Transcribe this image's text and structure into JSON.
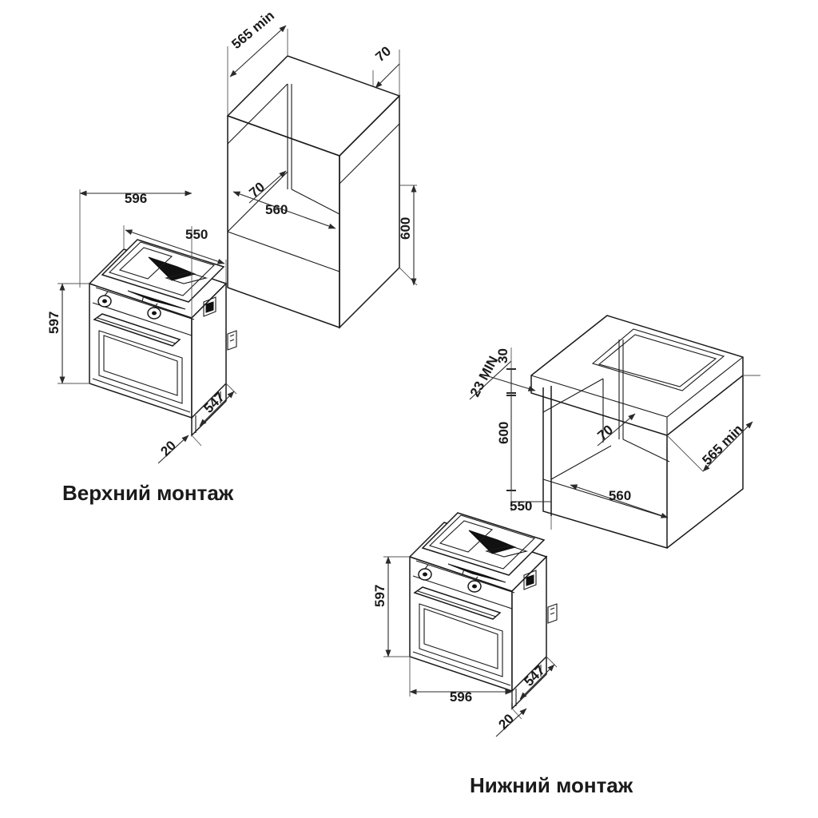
{
  "page": {
    "background_color": "#ffffff",
    "line_color": "#1a1a1a",
    "title": "Oven installation dimension diagram"
  },
  "captions": {
    "top_mount": "Верхний монтаж",
    "bottom_mount": "Нижний монтаж"
  },
  "diagrams": [
    {
      "id": "top-mount",
      "caption": "Верхний монтаж",
      "cabinet_dimensions": [
        {
          "name": "cabinet-depth",
          "value": "565 min",
          "unit": "mm",
          "rotated": true
        },
        {
          "name": "cabinet-top-gap",
          "value": "70",
          "unit": "mm",
          "rotated": true
        },
        {
          "name": "cabinet-niche-gap",
          "value": "70",
          "unit": "mm",
          "rotated": true
        },
        {
          "name": "cabinet-width",
          "value": "560",
          "unit": "mm",
          "rotated": false
        },
        {
          "name": "cabinet-height",
          "value": "600",
          "unit": "mm",
          "rotated": true
        }
      ],
      "oven_dimensions": [
        {
          "name": "oven-width",
          "value": "596",
          "unit": "mm",
          "rotated": false
        },
        {
          "name": "oven-body-width",
          "value": "550",
          "unit": "mm",
          "rotated": false
        },
        {
          "name": "oven-height",
          "value": "597",
          "unit": "mm",
          "rotated": true
        },
        {
          "name": "oven-depth",
          "value": "547",
          "unit": "mm",
          "rotated": true
        },
        {
          "name": "oven-door-offset",
          "value": "20",
          "unit": "mm",
          "rotated": true
        }
      ]
    },
    {
      "id": "bottom-mount",
      "caption": "Нижний монтаж",
      "cabinet_dimensions": [
        {
          "name": "worktop-clearance",
          "value": "23 MIN",
          "unit": "mm",
          "rotated": true
        },
        {
          "name": "worktop-thickness",
          "value": "30",
          "unit": "mm",
          "rotated": true
        },
        {
          "name": "cabinet-height",
          "value": "600",
          "unit": "mm",
          "rotated": true
        },
        {
          "name": "cabinet-opening-width",
          "value": "550",
          "unit": "mm",
          "rotated": false
        },
        {
          "name": "cabinet-niche-gap",
          "value": "70",
          "unit": "mm",
          "rotated": true
        },
        {
          "name": "cabinet-width",
          "value": "560",
          "unit": "mm",
          "rotated": false
        },
        {
          "name": "cabinet-depth",
          "value": "565 min",
          "unit": "mm",
          "rotated": true
        }
      ],
      "oven_dimensions": [
        {
          "name": "oven-height",
          "value": "597",
          "unit": "mm",
          "rotated": true
        },
        {
          "name": "oven-width",
          "value": "596",
          "unit": "mm",
          "rotated": false
        },
        {
          "name": "oven-depth",
          "value": "547",
          "unit": "mm",
          "rotated": true
        },
        {
          "name": "oven-door-offset",
          "value": "20",
          "unit": "mm",
          "rotated": true
        }
      ]
    }
  ],
  "labels": {
    "d565min_a": "565 min",
    "d70_a": "70",
    "d70_b": "70",
    "d560_a": "560",
    "d600_a": "600",
    "d596_a": "596",
    "d550_a": "550",
    "d597_a": "597",
    "d547_a": "547",
    "d20_a": "20",
    "d23min": "23 MIN",
    "d30": "30",
    "d600_b": "600",
    "d550_b": "550",
    "d70_c": "70",
    "d560_b": "560",
    "d565min_b": "565 min",
    "d597_b": "597",
    "d596_b": "596",
    "d547_b": "547",
    "d20_b": "20"
  }
}
